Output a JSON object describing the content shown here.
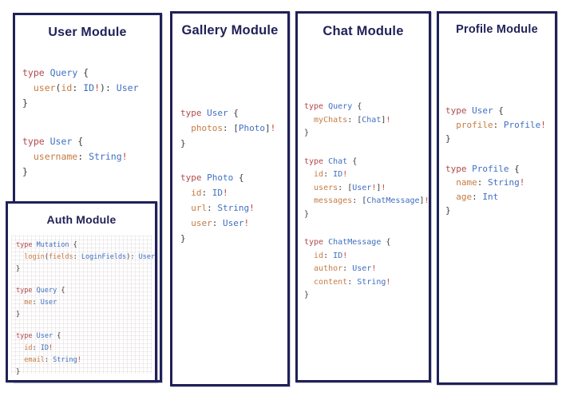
{
  "colors": {
    "navy": "#1f2157",
    "keyword": "#b04a4e",
    "type": "#3f6fc1",
    "field": "#c67c44",
    "bang": "#c0433a",
    "punct": "#3c3c3c"
  },
  "modules": [
    {
      "id": "user",
      "title": "User Module",
      "blocks": [
        [
          [
            [
              "type ",
              "k"
            ],
            [
              "Query ",
              "t"
            ],
            [
              "{",
              "p"
            ]
          ],
          [
            [
              "  user",
              "f"
            ],
            [
              "(",
              "p"
            ],
            [
              "id",
              "f"
            ],
            [
              ": ",
              "p"
            ],
            [
              "ID",
              "t"
            ],
            [
              "!",
              "b"
            ],
            [
              ")",
              "p"
            ],
            [
              ": ",
              "p"
            ],
            [
              "User",
              "t"
            ]
          ],
          [
            [
              "}",
              "p"
            ]
          ]
        ],
        [
          [
            [
              "type ",
              "k"
            ],
            [
              "User ",
              "t"
            ],
            [
              "{",
              "p"
            ]
          ],
          [
            [
              "  username",
              "f"
            ],
            [
              ": ",
              "p"
            ],
            [
              "String",
              "t"
            ],
            [
              "!",
              "b"
            ]
          ],
          [
            [
              "}",
              "p"
            ]
          ]
        ]
      ]
    },
    {
      "id": "gallery",
      "title": "Gallery Module",
      "blocks": [
        [
          [
            [
              "type ",
              "k"
            ],
            [
              "User ",
              "t"
            ],
            [
              "{",
              "p"
            ]
          ],
          [
            [
              "  photos",
              "f"
            ],
            [
              ": ",
              "p"
            ],
            [
              "[",
              "p"
            ],
            [
              "Photo",
              "t"
            ],
            [
              "]",
              "p"
            ],
            [
              "!",
              "b"
            ]
          ],
          [
            [
              "}",
              "p"
            ]
          ]
        ],
        [
          [
            [
              "type ",
              "k"
            ],
            [
              "Photo ",
              "t"
            ],
            [
              "{",
              "p"
            ]
          ],
          [
            [
              "  id",
              "f"
            ],
            [
              ": ",
              "p"
            ],
            [
              "ID",
              "t"
            ],
            [
              "!",
              "b"
            ]
          ],
          [
            [
              "  url",
              "f"
            ],
            [
              ": ",
              "p"
            ],
            [
              "String",
              "t"
            ],
            [
              "!",
              "b"
            ]
          ],
          [
            [
              "  user",
              "f"
            ],
            [
              ": ",
              "p"
            ],
            [
              "User",
              "t"
            ],
            [
              "!",
              "b"
            ]
          ],
          [
            [
              "}",
              "p"
            ]
          ]
        ]
      ]
    },
    {
      "id": "chat",
      "title": "Chat Module",
      "blocks": [
        [
          [
            [
              "type ",
              "k"
            ],
            [
              "Query ",
              "t"
            ],
            [
              "{",
              "p"
            ]
          ],
          [
            [
              "  myChats",
              "f"
            ],
            [
              ": ",
              "p"
            ],
            [
              "[",
              "p"
            ],
            [
              "Chat",
              "t"
            ],
            [
              "]",
              "p"
            ],
            [
              "!",
              "b"
            ]
          ],
          [
            [
              "}",
              "p"
            ]
          ]
        ],
        [
          [
            [
              "type ",
              "k"
            ],
            [
              "Chat ",
              "t"
            ],
            [
              "{",
              "p"
            ]
          ],
          [
            [
              "  id",
              "f"
            ],
            [
              ": ",
              "p"
            ],
            [
              "ID",
              "t"
            ],
            [
              "!",
              "b"
            ]
          ],
          [
            [
              "  users",
              "f"
            ],
            [
              ": ",
              "p"
            ],
            [
              "[",
              "p"
            ],
            [
              "User",
              "t"
            ],
            [
              "!",
              "b"
            ],
            [
              "]",
              "p"
            ],
            [
              "!",
              "b"
            ]
          ],
          [
            [
              "  messages",
              "f"
            ],
            [
              ": ",
              "p"
            ],
            [
              "[",
              "p"
            ],
            [
              "ChatMessage",
              "t"
            ],
            [
              "]",
              "p"
            ],
            [
              "!",
              "b"
            ]
          ],
          [
            [
              "}",
              "p"
            ]
          ]
        ],
        [
          [
            [
              "type ",
              "k"
            ],
            [
              "ChatMessage ",
              "t"
            ],
            [
              "{",
              "p"
            ]
          ],
          [
            [
              "  id",
              "f"
            ],
            [
              ": ",
              "p"
            ],
            [
              "ID",
              "t"
            ],
            [
              "!",
              "b"
            ]
          ],
          [
            [
              "  author",
              "f"
            ],
            [
              ": ",
              "p"
            ],
            [
              "User",
              "t"
            ],
            [
              "!",
              "b"
            ]
          ],
          [
            [
              "  content",
              "f"
            ],
            [
              ": ",
              "p"
            ],
            [
              "String",
              "t"
            ],
            [
              "!",
              "b"
            ]
          ],
          [
            [
              "}",
              "p"
            ]
          ]
        ]
      ]
    },
    {
      "id": "profile",
      "title": "Profile Module",
      "blocks": [
        [
          [
            [
              "type ",
              "k"
            ],
            [
              "User ",
              "t"
            ],
            [
              "{",
              "p"
            ]
          ],
          [
            [
              "  profile",
              "f"
            ],
            [
              ": ",
              "p"
            ],
            [
              "Profile",
              "t"
            ],
            [
              "!",
              "b"
            ]
          ],
          [
            [
              "}",
              "p"
            ]
          ]
        ],
        [
          [
            [
              "type ",
              "k"
            ],
            [
              "Profile ",
              "t"
            ],
            [
              "{",
              "p"
            ]
          ],
          [
            [
              "  name",
              "f"
            ],
            [
              ": ",
              "p"
            ],
            [
              "String",
              "t"
            ],
            [
              "!",
              "b"
            ]
          ],
          [
            [
              "  age",
              "f"
            ],
            [
              ": ",
              "p"
            ],
            [
              "Int",
              "t"
            ]
          ],
          [
            [
              "}",
              "p"
            ]
          ]
        ]
      ]
    },
    {
      "id": "auth",
      "title": "Auth Module",
      "blocks": [
        [
          [
            [
              "type ",
              "k"
            ],
            [
              "Mutation ",
              "t"
            ],
            [
              "{",
              "p"
            ]
          ],
          [
            [
              "  login",
              "f"
            ],
            [
              "(",
              "p"
            ],
            [
              "fields",
              "f"
            ],
            [
              ": ",
              "p"
            ],
            [
              "LoginFields",
              "t"
            ],
            [
              ")",
              "p"
            ],
            [
              ": ",
              "p"
            ],
            [
              "User",
              "t"
            ]
          ],
          [
            [
              "}",
              "p"
            ]
          ]
        ],
        [
          [
            [
              "type ",
              "k"
            ],
            [
              "Query ",
              "t"
            ],
            [
              "{",
              "p"
            ]
          ],
          [
            [
              "  me",
              "f"
            ],
            [
              ": ",
              "p"
            ],
            [
              "User",
              "t"
            ]
          ],
          [
            [
              "}",
              "p"
            ]
          ]
        ],
        [
          [
            [
              "type ",
              "k"
            ],
            [
              "User ",
              "t"
            ],
            [
              "{",
              "p"
            ]
          ],
          [
            [
              "  id",
              "f"
            ],
            [
              ": ",
              "p"
            ],
            [
              "ID",
              "t"
            ],
            [
              "!",
              "b"
            ]
          ],
          [
            [
              "  email",
              "f"
            ],
            [
              ": ",
              "p"
            ],
            [
              "String",
              "t"
            ],
            [
              "!",
              "b"
            ]
          ],
          [
            [
              "}",
              "p"
            ]
          ]
        ]
      ]
    }
  ]
}
